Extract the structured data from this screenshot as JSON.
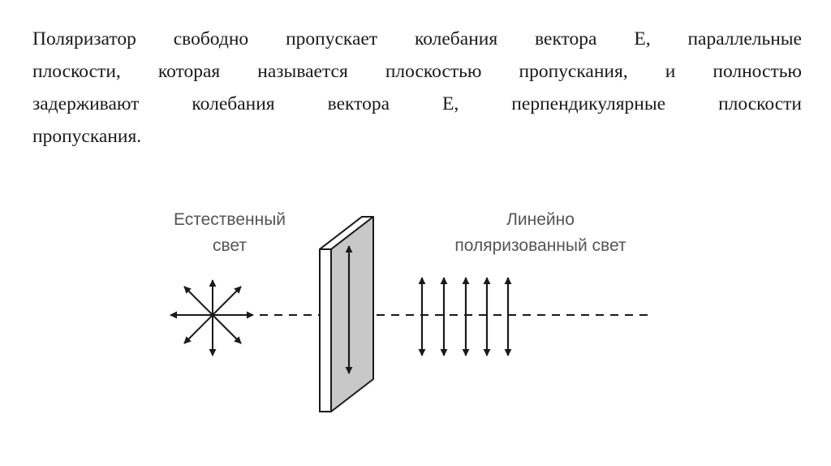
{
  "text": {
    "lines": [
      "Поляризатор свободно пропускает колебания вектора E, параллельные",
      "плоскости, которая называется плоскостью пропускания, и полностью",
      "задерживают колебания вектора E, перпендикулярные плоскости",
      "пропускания."
    ]
  },
  "diagram": {
    "label_natural_line1": "Естественный",
    "label_natural_line2": "свет",
    "label_polarized_line1": "Линейно",
    "label_polarized_line2": "поляризованный свет",
    "colors": {
      "stroke": "#1a1a1a",
      "polarizer_face": "#c8c8c8",
      "polarizer_edge": "#ffffff",
      "label": "#555555"
    }
  }
}
